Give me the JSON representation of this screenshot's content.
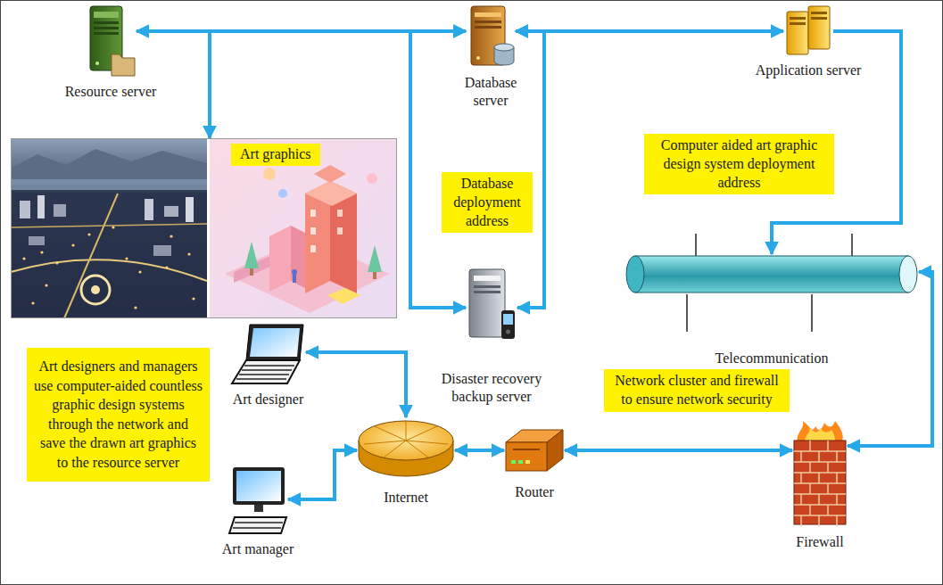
{
  "diagram": {
    "nodes": [
      {
        "text": [
          "Resource server"
        ]
      },
      {
        "text": [
          "Database server"
        ]
      },
      {
        "text": [
          "Application server"
        ]
      },
      {
        "text": [
          "Art graphics"
        ]
      },
      {
        "text": [
          "Disaster recovery backup server"
        ]
      },
      {
        "text": [
          "Telecommunication"
        ]
      },
      {
        "text": [
          "Art designer"
        ]
      },
      {
        "text": [
          "Internet"
        ]
      },
      {
        "text": [
          "Router"
        ]
      },
      {
        "text": [
          "Firewall"
        ]
      },
      {
        "text": [
          "Art manager"
        ]
      }
    ],
    "edges": [
      {
        "from": 0,
        "to": 1,
        "arrow": "both"
      },
      {
        "from": 1,
        "to": 2,
        "arrow": "both"
      },
      {
        "from": 0,
        "to": 3,
        "arrow": "to"
      },
      {
        "from": 1,
        "to": 4,
        "arrow": "both"
      },
      {
        "from": 1,
        "to": 4,
        "arrow": "both"
      },
      {
        "from": 2,
        "to": 5,
        "arrow": "to"
      },
      {
        "from": 9,
        "to": 5,
        "arrow": "both"
      },
      {
        "from": 8,
        "to": 9,
        "arrow": "both"
      },
      {
        "from": 7,
        "to": 8,
        "arrow": "both"
      },
      {
        "from": 7,
        "to": 6,
        "arrow": "both"
      },
      {
        "from": 7,
        "to": 10,
        "arrow": "both"
      }
    ],
    "labels": [
      "Database deployment address",
      "Computer aided art graphic design system deployment address",
      "Network cluster and firewall to ensure network security",
      "Art designers and managers use computer-aided countless graphic design systems through the network and save the drawn art graphics to the resource server"
    ]
  }
}
